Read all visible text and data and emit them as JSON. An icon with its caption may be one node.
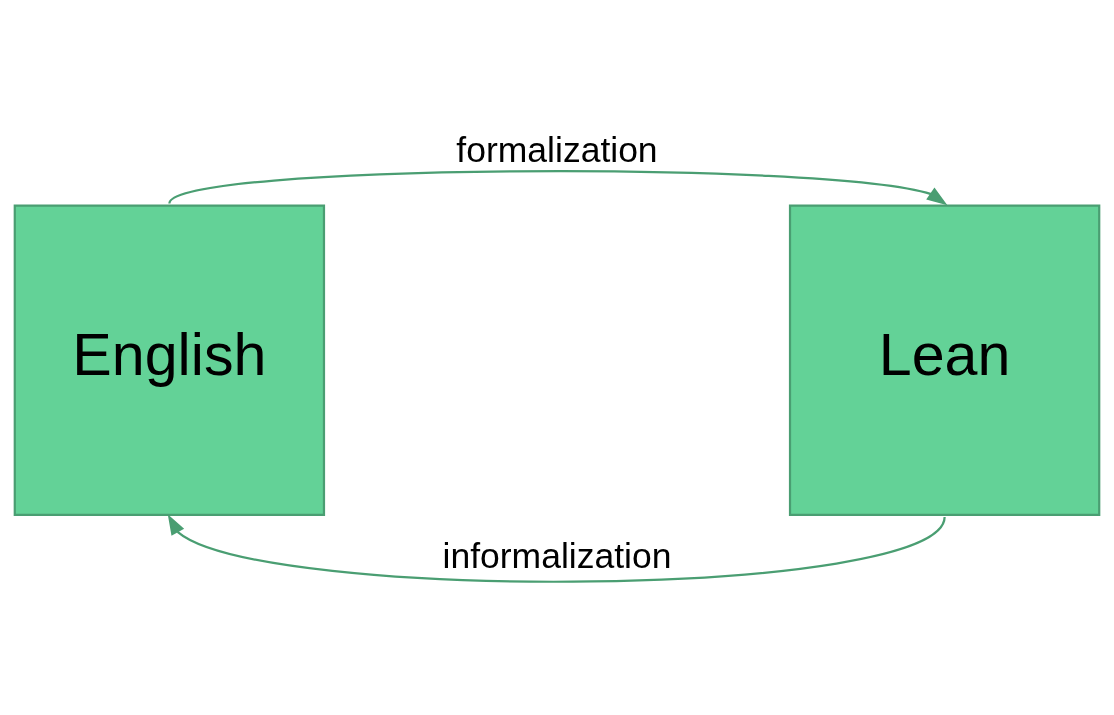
{
  "diagram": {
    "nodes": [
      {
        "text": [
          "English"
        ]
      },
      {
        "text": [
          "Lean"
        ]
      }
    ],
    "edges": [
      {
        "from": 0,
        "to": 1,
        "arrow": "to",
        "label": "formalization"
      },
      {
        "from": 1,
        "to": 0,
        "arrow": "to",
        "label": "informalization"
      }
    ]
  }
}
